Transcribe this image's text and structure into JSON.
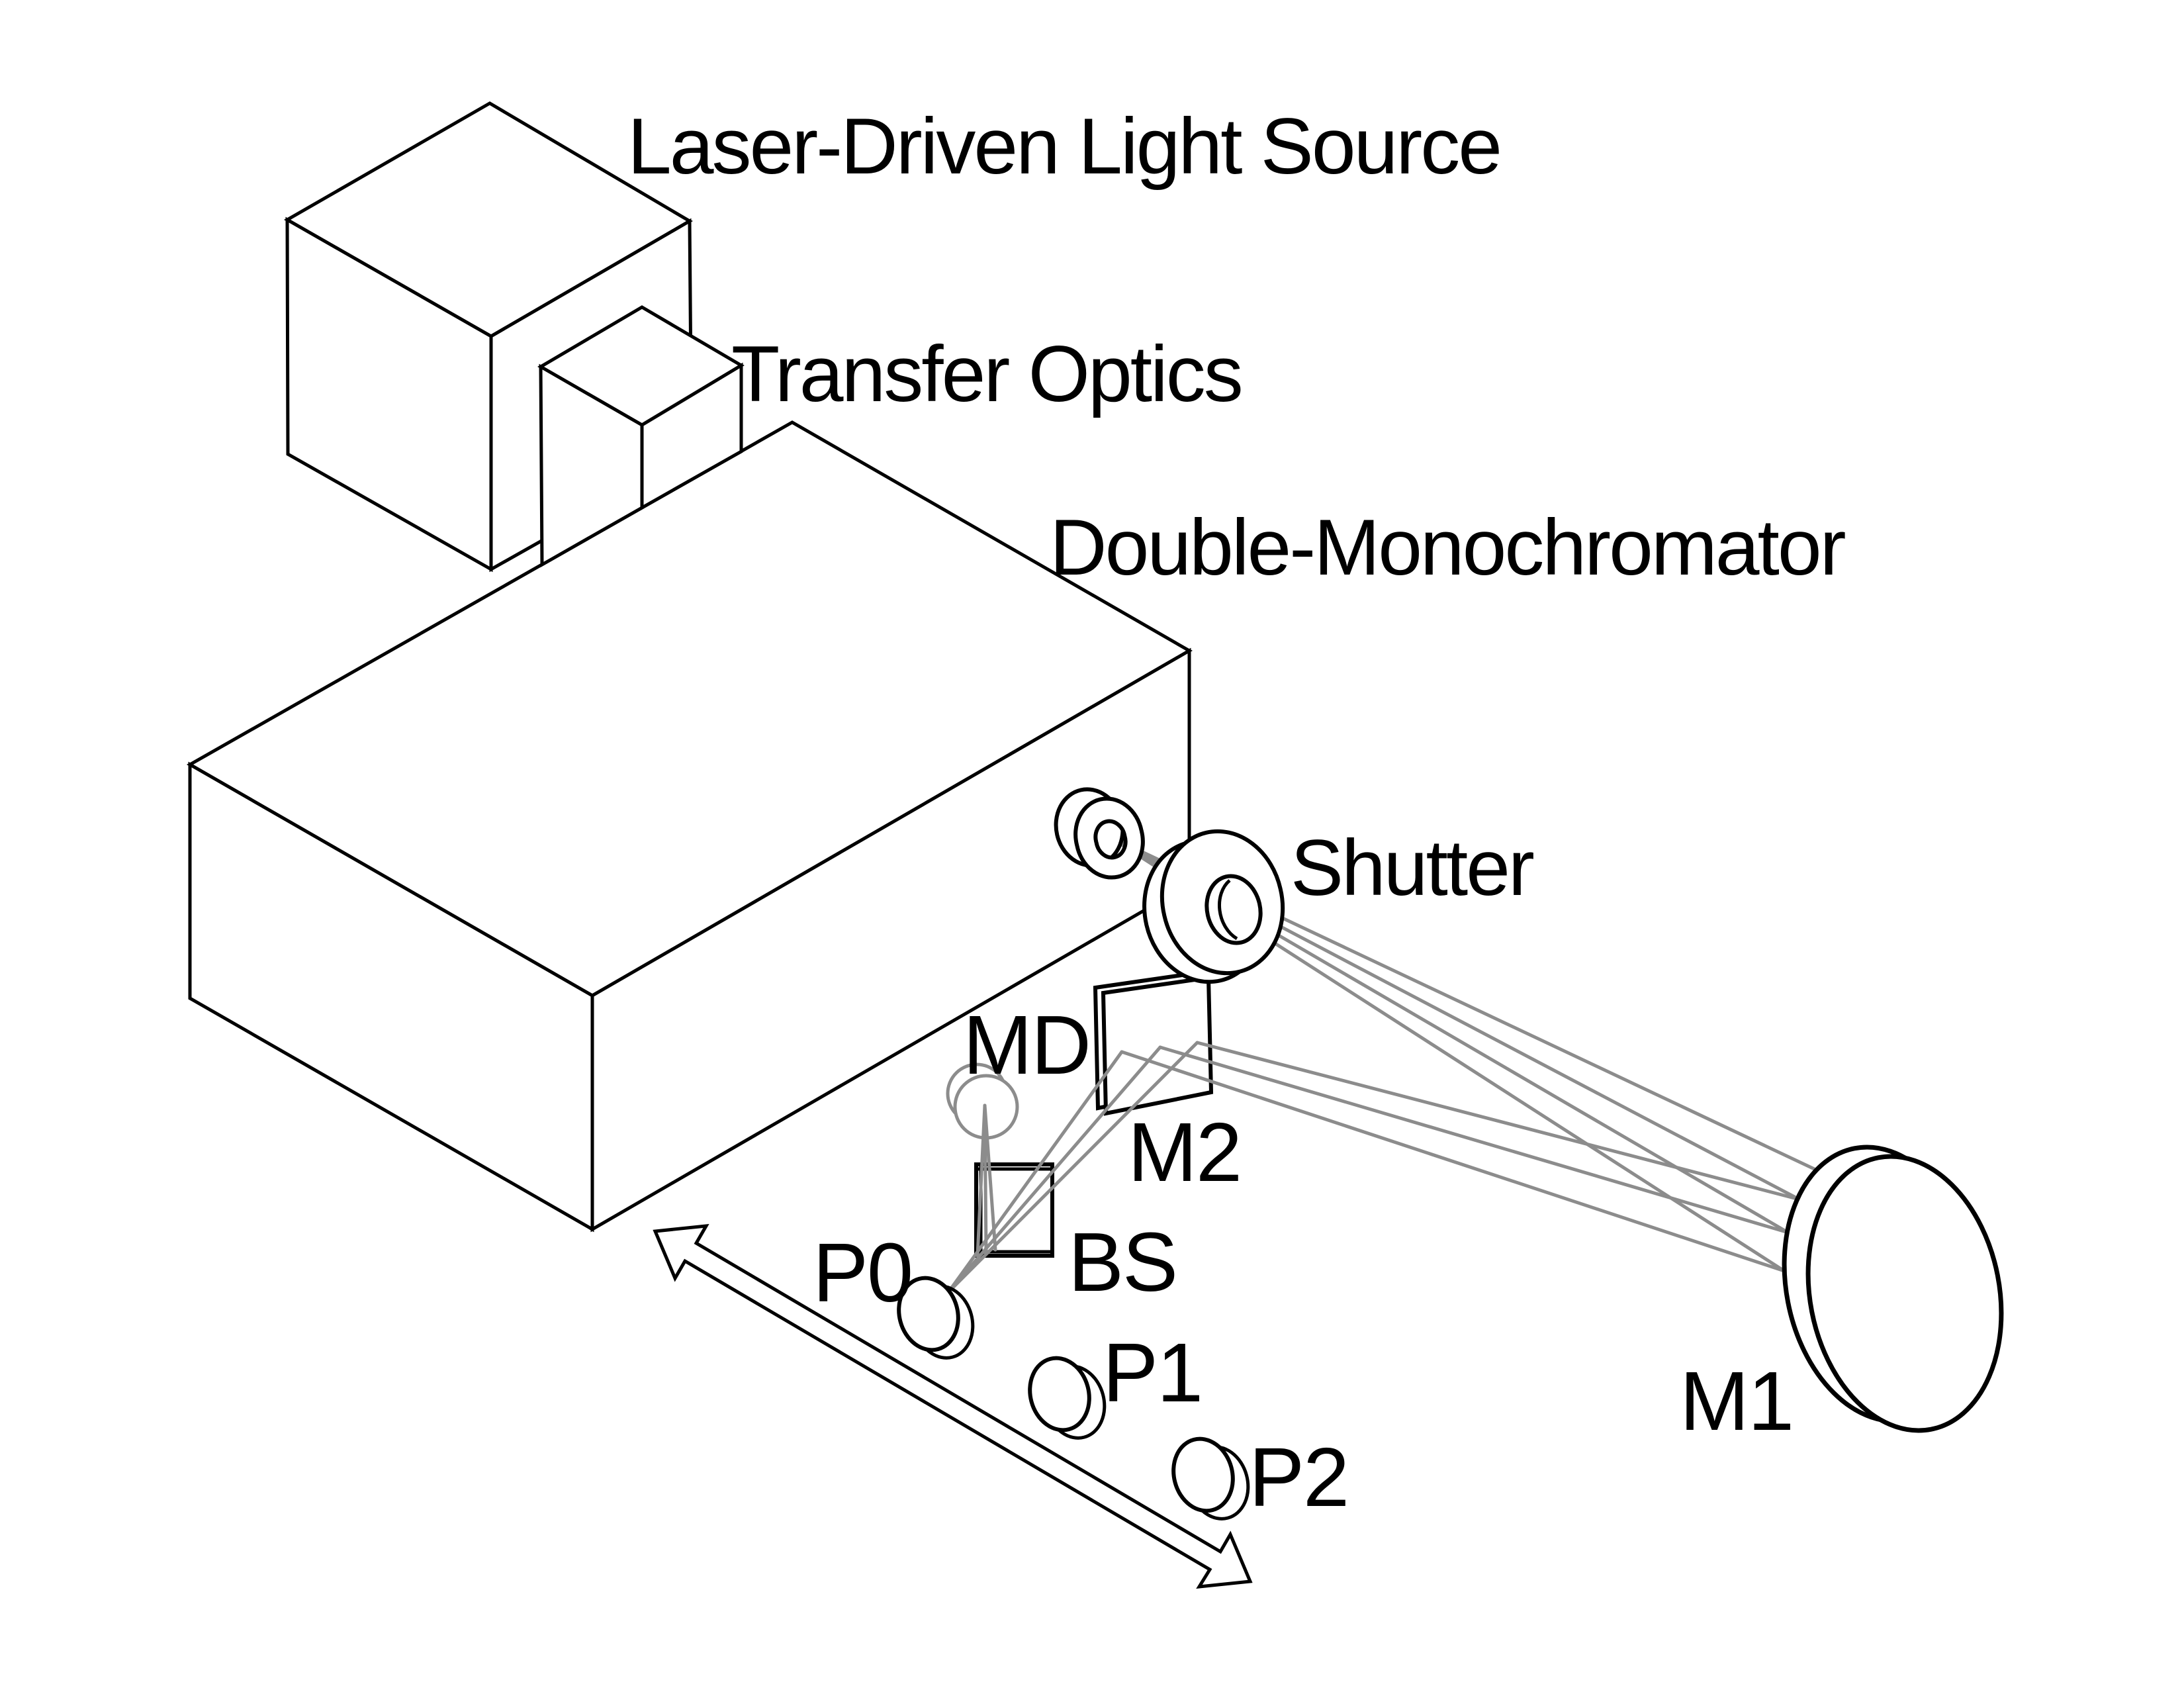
{
  "figure": {
    "type": "optical-setup-line-diagram",
    "labels": {
      "light_source": "Laser-Driven Light Source",
      "transfer_optics": "Transfer Optics",
      "monochromator": "Double-Monochromator",
      "shutter": "Shutter",
      "monitor_detector": "MD",
      "fold_mirror": "M2",
      "beam_splitter": "BS",
      "position_0": "P0",
      "position_1": "P1",
      "position_2": "P2",
      "collimating_mirror": "M1"
    },
    "colors": {
      "outline": "#000000",
      "beam": "#8c8c8c",
      "detector_outline": "#8c8c8c",
      "background": "#ffffff"
    }
  }
}
